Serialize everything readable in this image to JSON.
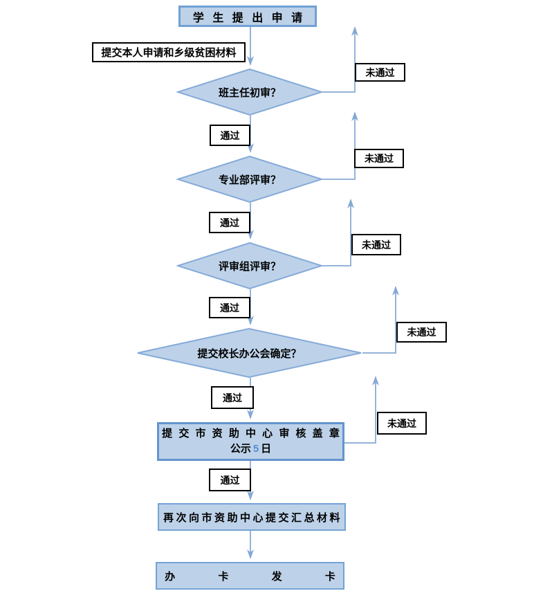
{
  "diagram": {
    "type": "flowchart",
    "language": "zh-CN",
    "colors": {
      "node_fill": "#bdd2e9",
      "node_border": "#74a2d4",
      "connector": "#95b3d7",
      "label_box_border": "#000000",
      "text": "#000000",
      "highlight_number_color": "#558ed5"
    },
    "nodes": {
      "start": "学 生 提 出 申 请",
      "attachment_note": "提交本人申请和乡级贫困材料",
      "decision1": "班主任初审？",
      "decision2": "专业部评审？",
      "decision3": "评审组评审？",
      "decision4": "提交校长办公会确定？",
      "review_line1": "提 交 市 资 助 中 心 审 核 盖 章",
      "review_line2_prefix": "公示",
      "review_line2_number": "5",
      "review_line2_suffix": "日",
      "resubmit": "再次向市资助中心提交汇总材料",
      "final": "办 卡 发 卡"
    },
    "edge_labels": {
      "pass": "通过",
      "fail": "未通过"
    }
  }
}
